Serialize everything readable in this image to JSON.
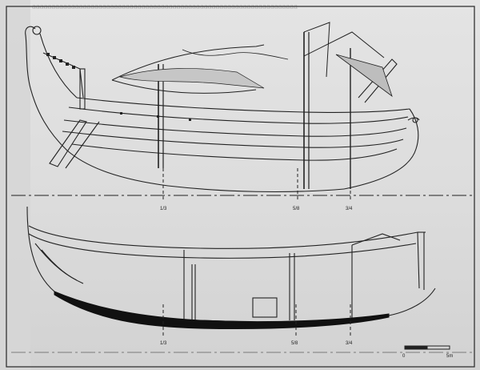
{
  "labels": {
    "station_1": "1/3",
    "station_2": "5/8",
    "station_3": "3/4",
    "scale_start": "0",
    "scale_end": "5m"
  }
}
